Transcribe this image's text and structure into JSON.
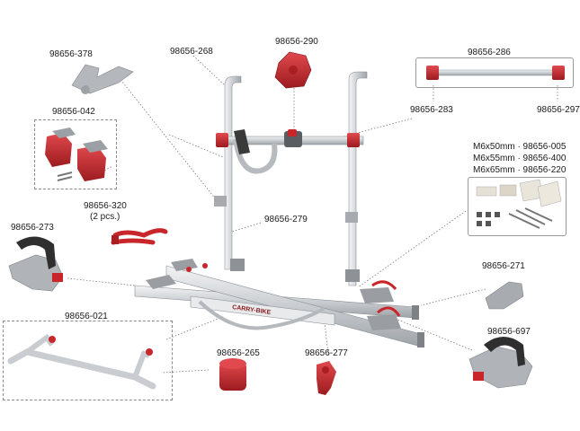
{
  "labels": {
    "p378": "98656-378",
    "p268": "98656-268",
    "p290": "98656-290",
    "p286": "98656-286",
    "p283": "98656-283",
    "p297": "98656-297",
    "p042": "98656-042",
    "p320": "98656-320",
    "p320_qty": "(2 pcs.)",
    "p279": "98656-279",
    "p273": "98656-273",
    "p005": "M6x50mm · 98656-005",
    "p400": "M6x55mm · 98656-400",
    "p220": "M6x65mm · 98656-220",
    "p271": "98656-271",
    "p021": "98656-021",
    "p265": "98656-265",
    "p277": "98656-277",
    "p697": "98656-697",
    "brand": "CARRY-BIKE"
  },
  "colors": {
    "red": "#c8262b",
    "dark_red": "#8e1a1d",
    "aluminium": "#d9dcdf",
    "grey_plastic": "#9fa3a7",
    "leader": "#7a7a7a"
  }
}
